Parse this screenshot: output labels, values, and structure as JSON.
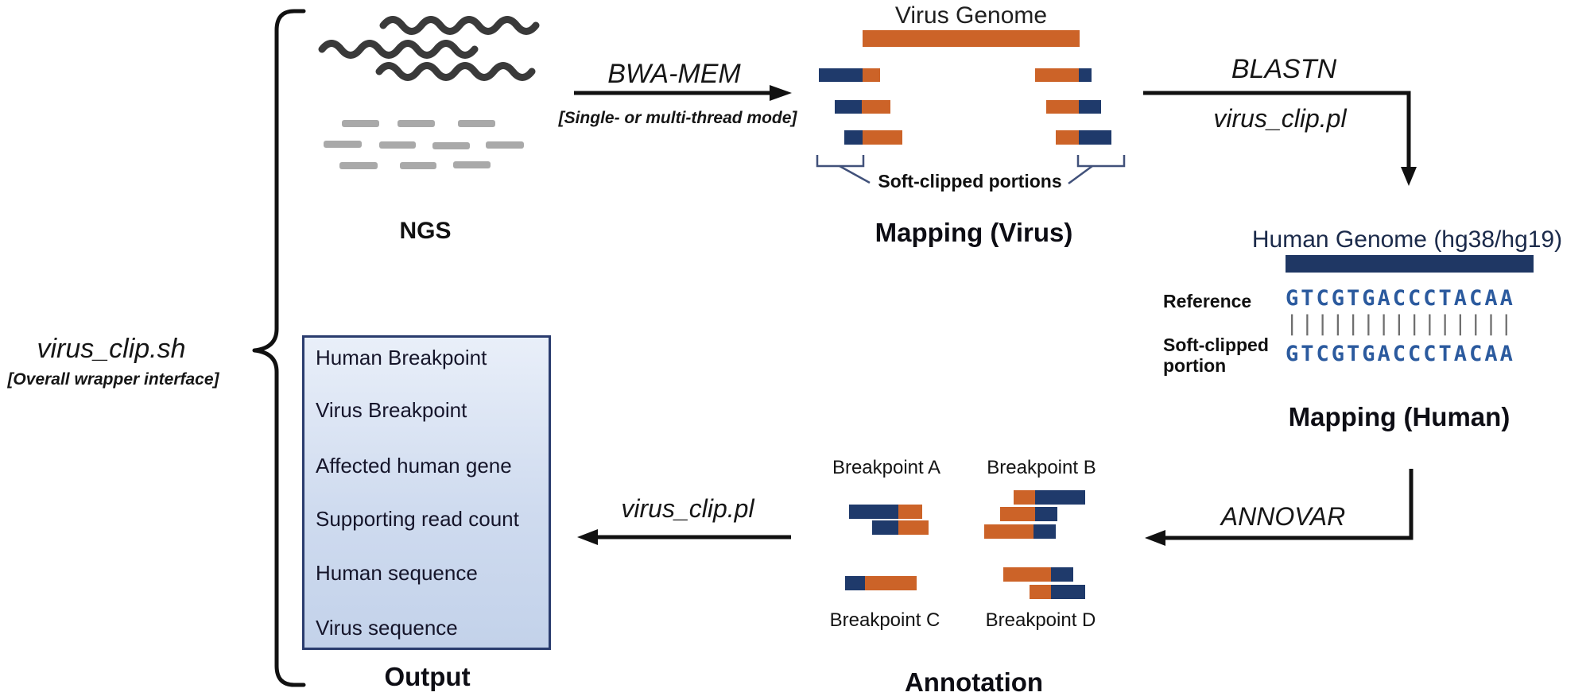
{
  "colors": {
    "orange": "#cc6328",
    "navy": "#1f3a6b",
    "sequence_blue": "#2b5a9e",
    "brace_slate": "#41517a",
    "output_border": "#2a3c6e"
  },
  "wrapper": {
    "name": "virus_clip.sh",
    "subtitle": "[Overall wrapper interface]"
  },
  "ngs": {
    "label": "NGS",
    "long_reads_icon": "wavy-lines-icon",
    "short_reads_icon": "gray-dashes-icon"
  },
  "steps": {
    "bwa": {
      "tool": "BWA-MEM",
      "mode": "[Single- or multi-thread mode]"
    },
    "blastn": {
      "tool": "BLASTN",
      "script": "virus_clip.pl"
    },
    "annovar": {
      "tool": "ANNOVAR"
    },
    "to_output": {
      "script": "virus_clip.pl"
    }
  },
  "mapping_virus": {
    "genome_title": "Virus Genome",
    "soft_clip_label": "Soft-clipped portions",
    "label": "Mapping (Virus)"
  },
  "mapping_human": {
    "genome_title": "Human Genome (hg38/hg19)",
    "reference_label": "Reference",
    "soft_clip_label": "Soft-clipped portion",
    "reference_seq": "GTCGTGACCCTACAA",
    "soft_clip_seq": "GTCGTGACCCTACAA",
    "alignment_bars": "|||||||||||||||",
    "label": "Mapping (Human)"
  },
  "annotation": {
    "breakpoints": [
      "Breakpoint A",
      "Breakpoint B",
      "Breakpoint C",
      "Breakpoint D"
    ],
    "label": "Annotation"
  },
  "output": {
    "items": [
      "Human Breakpoint",
      "Virus Breakpoint",
      "Affected human gene",
      "Supporting read count",
      "Human sequence",
      "Virus sequence"
    ],
    "label": "Output"
  }
}
